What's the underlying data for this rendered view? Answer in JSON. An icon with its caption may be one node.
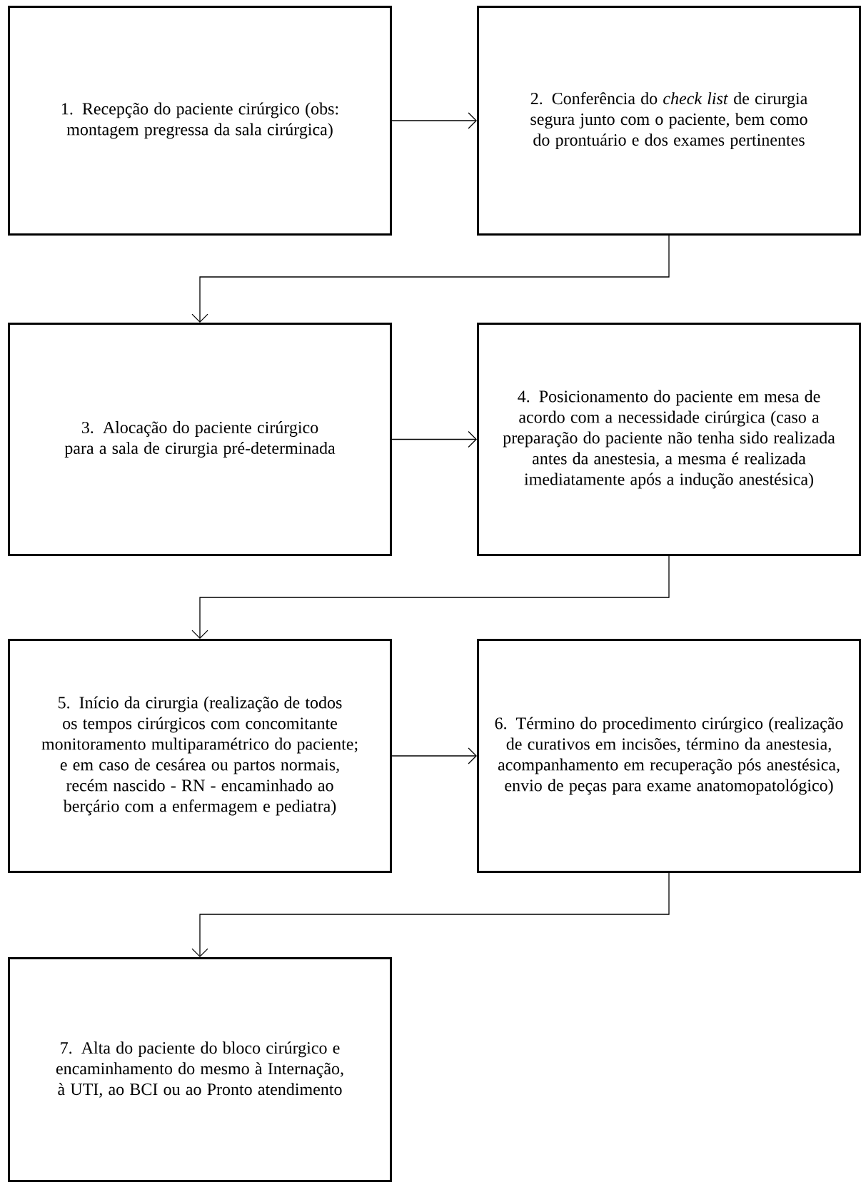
{
  "diagram": {
    "nodes": [
      {
        "text": [
          "1. Recepção do paciente cirúrgico (obs: montagem pregressa da sala cirúrgica)"
        ]
      },
      {
        "text": [
          "2. Conferência do *check list* de cirurgia segura junto com o paciente, bem como do prontuário e dos exames pertinentes"
        ]
      },
      {
        "text": [
          "3. Alocação do paciente cirúrgico para a sala de cirurgia pré-determinada"
        ]
      },
      {
        "text": [
          "4. Posicionamento do paciente em mesa de acordo com a necessidade cirúrgica (caso a preparação do paciente não tenha sido realizada antes da anestesia, a mesma é realizada imediatamente após a indução anestésica)"
        ]
      },
      {
        "text": [
          "5. Início da cirurgia (realização de todos os tempos cirúrgicos com concomitante monitoramento multiparamétrico do paciente; e em caso de cesárea ou partos normais, recém nascido - RN - encaminhado ao berçário com a enfermagem e pediatra)"
        ]
      },
      {
        "text": [
          "6. Término do procedimento cirúrgico (realização de curativos em incisões, término da anestesia, acompanhamento em recuperação pós anestésica, envio de peças para exame anatomopatológico)"
        ]
      },
      {
        "text": [
          "7. Alta do paciente do bloco cirúrgico e encaminhamento do mesmo à Internação, à UTI, ao BCI ou ao Pronto atendimento"
        ]
      }
    ],
    "edges": [
      {
        "from": 0,
        "to": 1,
        "arrow": "to"
      },
      {
        "from": 1,
        "to": 2,
        "arrow": "to"
      },
      {
        "from": 2,
        "to": 3,
        "arrow": "to"
      },
      {
        "from": 3,
        "to": 4,
        "arrow": "to"
      },
      {
        "from": 4,
        "to": 5,
        "arrow": "to"
      },
      {
        "from": 5,
        "to": 6,
        "arrow": "to"
      }
    ]
  }
}
